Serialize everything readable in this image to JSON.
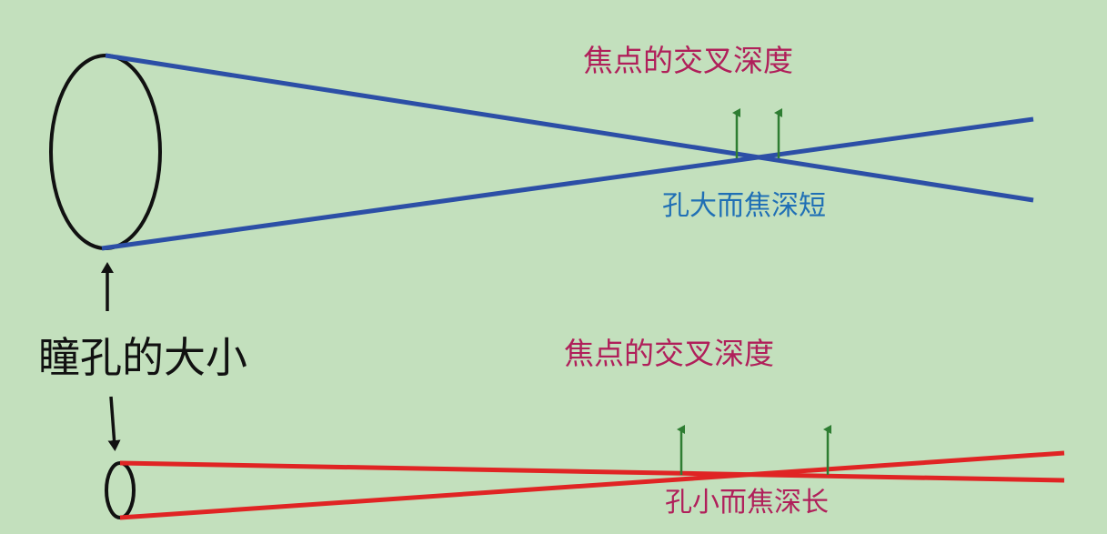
{
  "labels": {
    "pupil_size": "瞳孔的大小",
    "top_depth_title": "焦点的交叉深度",
    "top_note": "孔大而焦深短",
    "bottom_depth_title": "焦点的交叉深度",
    "bottom_note": "孔小而焦深长"
  },
  "colors": {
    "background": "#c3e0bd",
    "large_pupil_rays": "#2c4fa6",
    "small_pupil_rays": "#e02424",
    "depth_arrows": "#2e7d32",
    "pupil_outline": "#111111",
    "title_text": "#b01f5a",
    "top_note_text": "#1f6fb5",
    "bottom_note_text": "#b01f5a"
  }
}
